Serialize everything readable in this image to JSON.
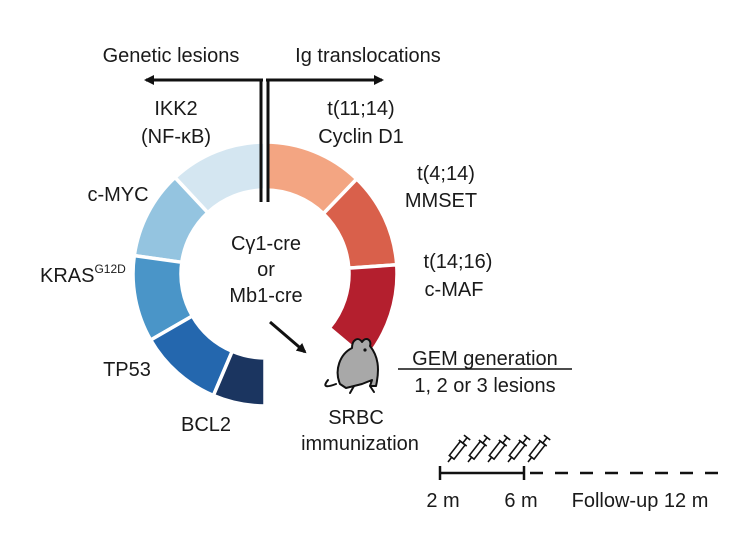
{
  "headings": {
    "left": "Genetic lesions",
    "right": "Ig translocations"
  },
  "center": {
    "line1": "Cγ1-cre",
    "line2": "or",
    "line3": "Mb1-cre"
  },
  "lesions": [
    {
      "label_lines": [
        "IKK2",
        "(NF-κB)"
      ],
      "color": "#d4e6f1"
    },
    {
      "label_lines": [
        "c-MYC"
      ],
      "color": "#94c4e0"
    },
    {
      "label_lines": [
        "KRAS"
      ],
      "superscript": "G12D",
      "color": "#4a95c8"
    },
    {
      "label_lines": [
        "TP53"
      ],
      "color": "#2467ae"
    },
    {
      "label_lines": [
        "BCL2"
      ],
      "color": "#1b3560"
    }
  ],
  "translocations": [
    {
      "label_lines": [
        "t(11;14)",
        "Cyclin D1"
      ],
      "color": "#f3a582"
    },
    {
      "label_lines": [
        "t(4;14)",
        "MMSET"
      ],
      "color": "#d9604b"
    },
    {
      "label_lines": [
        "t(14;16)",
        "c-MAF"
      ],
      "color": "#b41f2e"
    }
  ],
  "gem": {
    "title": "GEM generation",
    "subtitle": "1, 2 or 3 lesions"
  },
  "srbc": {
    "line1": "SRBC",
    "line2": "immunization"
  },
  "timeline": {
    "t1": "2 m",
    "t2": "6 m",
    "t3": "Follow-up 12 m"
  }
}
